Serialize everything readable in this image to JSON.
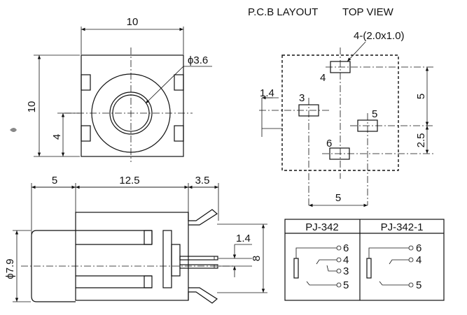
{
  "header": {
    "pcb_layout": "P.C.B LAYOUT",
    "top_view": "TOP VIEW"
  },
  "top_view_dims": {
    "width": "10",
    "height": "10",
    "hole_dia": "ϕ3.6",
    "offset": "4"
  },
  "side_view_dims": {
    "left": "5",
    "middle": "12.5",
    "right": "3.5",
    "dia": "ϕ7.9",
    "pin_pitch": "1.4",
    "pin_span": "8"
  },
  "pcb_dims": {
    "pad_size": "4-(2.0x1.0)",
    "left_offset": "1.4",
    "right_5": "5",
    "right_25": "2.5",
    "bottom_5": "5"
  },
  "pads": {
    "p3": "3",
    "p4": "4",
    "p5": "5",
    "p6": "6"
  },
  "table": {
    "col1": "PJ-342",
    "col2": "PJ-342-1",
    "left_pins": [
      "6",
      "4",
      "3",
      "5"
    ],
    "right_pins": [
      "6",
      "4",
      "5"
    ]
  }
}
